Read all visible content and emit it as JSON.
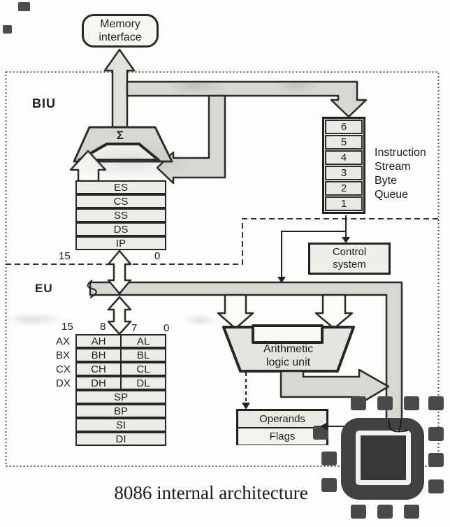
{
  "memory_interface": {
    "line1": "Memory",
    "line2": "interface"
  },
  "biu": {
    "label": "BIU",
    "adder_symbol": "Σ",
    "bit_left": "15",
    "bit_right": "0",
    "registers": [
      "ES",
      "CS",
      "SS",
      "DS",
      "IP"
    ]
  },
  "queue": {
    "cells": [
      "6",
      "5",
      "4",
      "3",
      "2",
      "1"
    ],
    "label_lines": [
      "Instruction",
      "Stream",
      "Byte",
      "Queue"
    ]
  },
  "control": {
    "line1": "Control",
    "line2": "system"
  },
  "eu": {
    "label": "EU",
    "bit_labels": [
      "15",
      "8",
      "7",
      "0"
    ],
    "split_rows": [
      {
        "name": "AX",
        "hi": "AH",
        "lo": "AL"
      },
      {
        "name": "BX",
        "hi": "BH",
        "lo": "BL"
      },
      {
        "name": "CX",
        "hi": "CH",
        "lo": "CL"
      },
      {
        "name": "DX",
        "hi": "DH",
        "lo": "DL"
      }
    ],
    "full_rows": [
      "SP",
      "BP",
      "SI",
      "DI"
    ],
    "alu": {
      "line1": "Arithmetic",
      "line2": "logic unit"
    },
    "operands_label": "Operands",
    "flags_label": "Flags"
  },
  "caption": "8086 internal architecture",
  "colors": {
    "bus_fill": "#d8d8d3",
    "line": "#2a2a2a",
    "chip": "#414141"
  }
}
